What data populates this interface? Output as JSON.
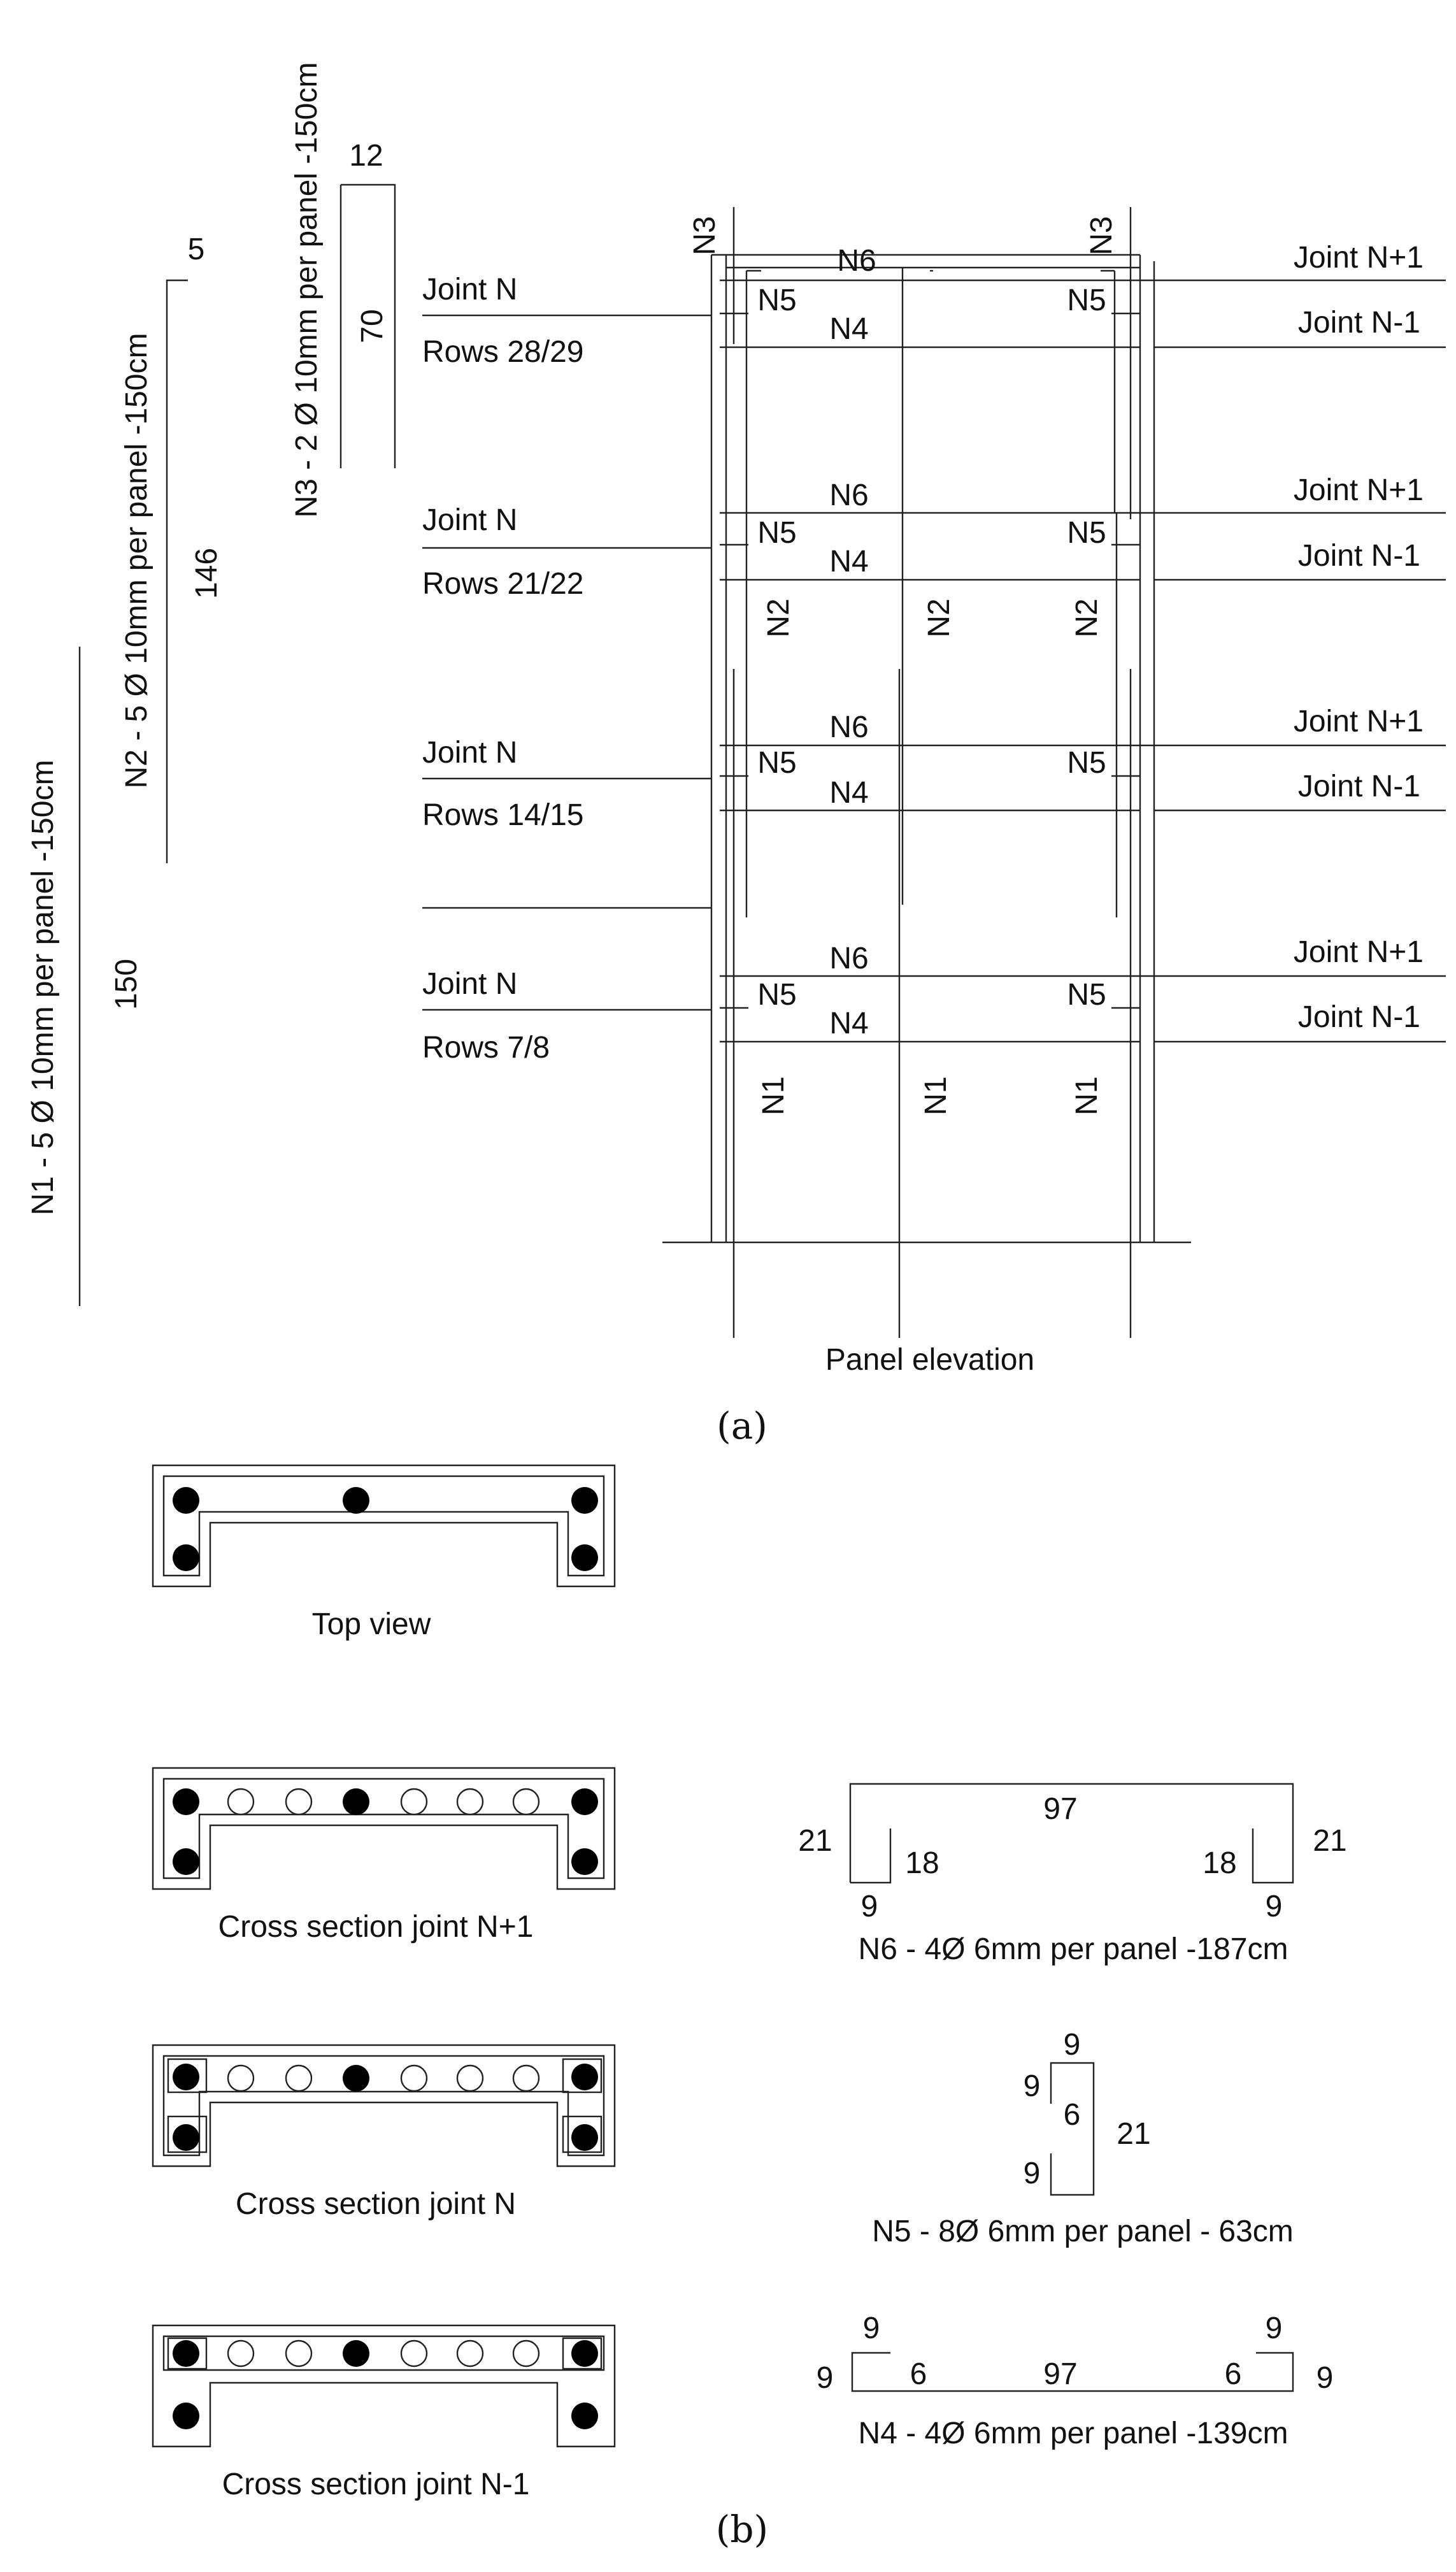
{
  "bar_labels": {
    "n1": "N1 - 5 Ø 10mm per panel -150cm",
    "n2": "N2 - 5 Ø 10mm per panel -150cm",
    "n3": "N3 - 2 Ø 10mm per panel -150cm",
    "n1_length": "150",
    "n2_length": "146",
    "n2_hook": "5",
    "n3_hook": "12",
    "n3_length": "70"
  },
  "elevation": {
    "joint_n": "Joint N",
    "joint_n_plus_1": "Joint N+1",
    "joint_n_minus_1": "Joint N-1",
    "rows": [
      "Rows 28/29",
      "Rows 21/22",
      "Rows 14/15",
      "Rows 7/8"
    ],
    "bar_n1": "N1",
    "bar_n2": "N2",
    "bar_n3": "N3",
    "bar_n4": "N4",
    "bar_n5": "N5",
    "bar_n6": "N6",
    "title": "Panel elevation"
  },
  "captions": {
    "a": "(a)",
    "b": "(b)"
  },
  "sections": {
    "top_view": "Top view",
    "joint_n_plus_1": "Cross section joint N+1",
    "joint_n": "Cross section joint N",
    "joint_n_minus_1": "Cross section joint N-1"
  },
  "stirrups": {
    "n6": {
      "caption": "N6 - 4Ø 6mm per panel -187cm",
      "top": "97",
      "left_leg": "21",
      "inner_left": "18",
      "inner_right": "18",
      "right_leg": "21",
      "foot_left": "9",
      "foot_right": "9"
    },
    "n5": {
      "caption": "N5 - 8Ø 6mm per panel - 63cm",
      "top": "9",
      "left_top": "9",
      "inner": "6",
      "left_bottom": "9",
      "height": "21"
    },
    "n4": {
      "caption": "N4 - 4Ø 6mm per panel -139cm",
      "hook_left": "9",
      "hook_right": "9",
      "end_left": "9",
      "inner_left": "6",
      "span": "97",
      "inner_right": "6",
      "end_right": "9"
    }
  }
}
